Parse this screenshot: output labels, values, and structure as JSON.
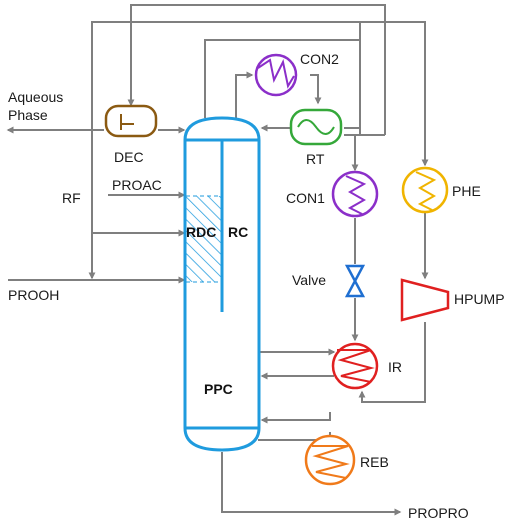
{
  "labels": {
    "aqueous_phase_line1": "Aqueous",
    "aqueous_phase_line2": "Phase",
    "dec": "DEC",
    "rf": "RF",
    "proac": "PROAC",
    "prooh": "PROOH",
    "rdc": "RDC",
    "rc": "RC",
    "ppc": "PPC",
    "con2": "CON2",
    "rt": "RT",
    "con1": "CON1",
    "phe": "PHE",
    "valve": "Valve",
    "hpump": "HPUMP",
    "ir": "IR",
    "reb": "REB",
    "propro": "PROPRO"
  },
  "colors": {
    "pipe": "#7f7f7f",
    "column": "#1f9bde",
    "decanter": "#8b5a12",
    "con2": "#8b2fc9",
    "rt": "#35a83a",
    "con1": "#8b2fc9",
    "phe": "#f0b400",
    "valve": "#1f6fd1",
    "hpump": "#e02020",
    "ir": "#e02020",
    "reb": "#f07a1a"
  },
  "icons": {
    "con1": "heat-exchanger-zigzag-icon",
    "con2": "heat-exchanger-zigzag-icon",
    "phe": "heat-exchanger-zigzag-icon",
    "ir": "heat-exchanger-zigzag-icon",
    "reb": "heat-exchanger-zigzag-icon",
    "rt": "reactor-wave-icon",
    "valve": "valve-icon",
    "hpump": "compressor-icon",
    "dec": "decanter-icon"
  }
}
